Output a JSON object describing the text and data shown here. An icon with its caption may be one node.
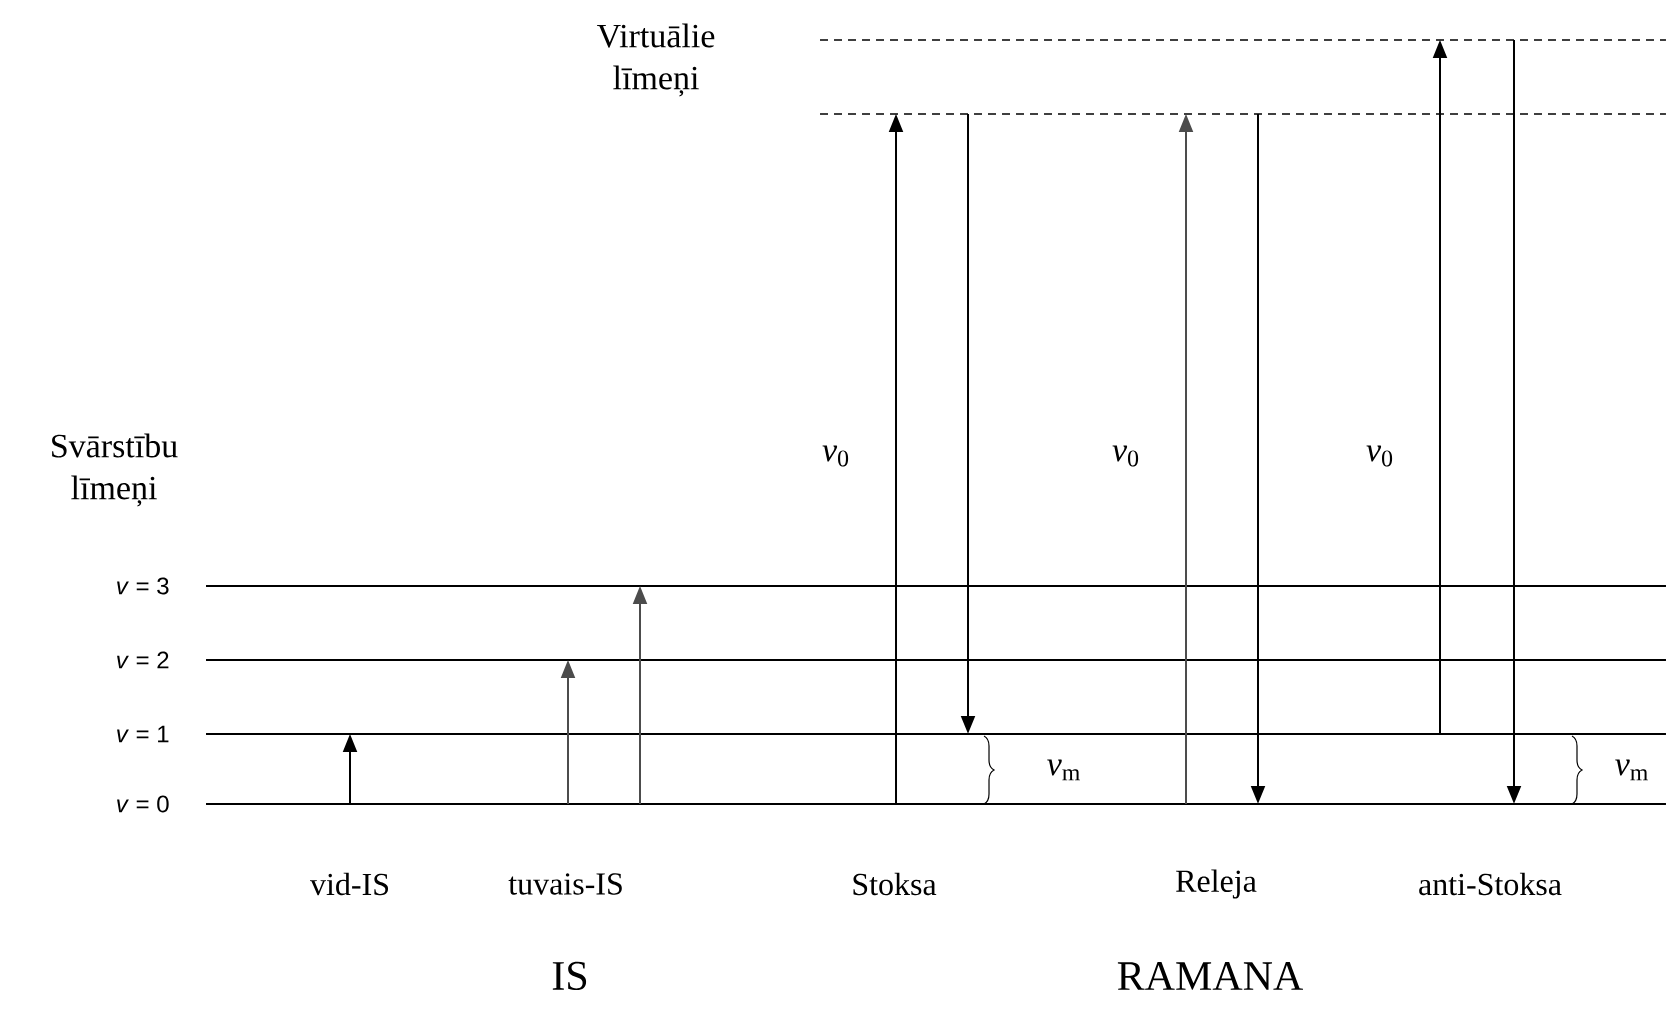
{
  "diagram": {
    "labels": [
      "Virtuālie līmeņi",
      "Svārstību līmeņi",
      "*v* = 3",
      "*v* = 2",
      "*v* = 1",
      "*v* = 0",
      "*v*$_{0}$",
      "*v*$_{0}$",
      "*v*$_{0}$",
      "*v*$_{m}$",
      "*v*$_{m}$",
      "vid-IS",
      "tuvais-IS",
      "Stoksa",
      "Releja",
      "anti-Stoksa",
      "IS",
      "RAMANA"
    ]
  }
}
